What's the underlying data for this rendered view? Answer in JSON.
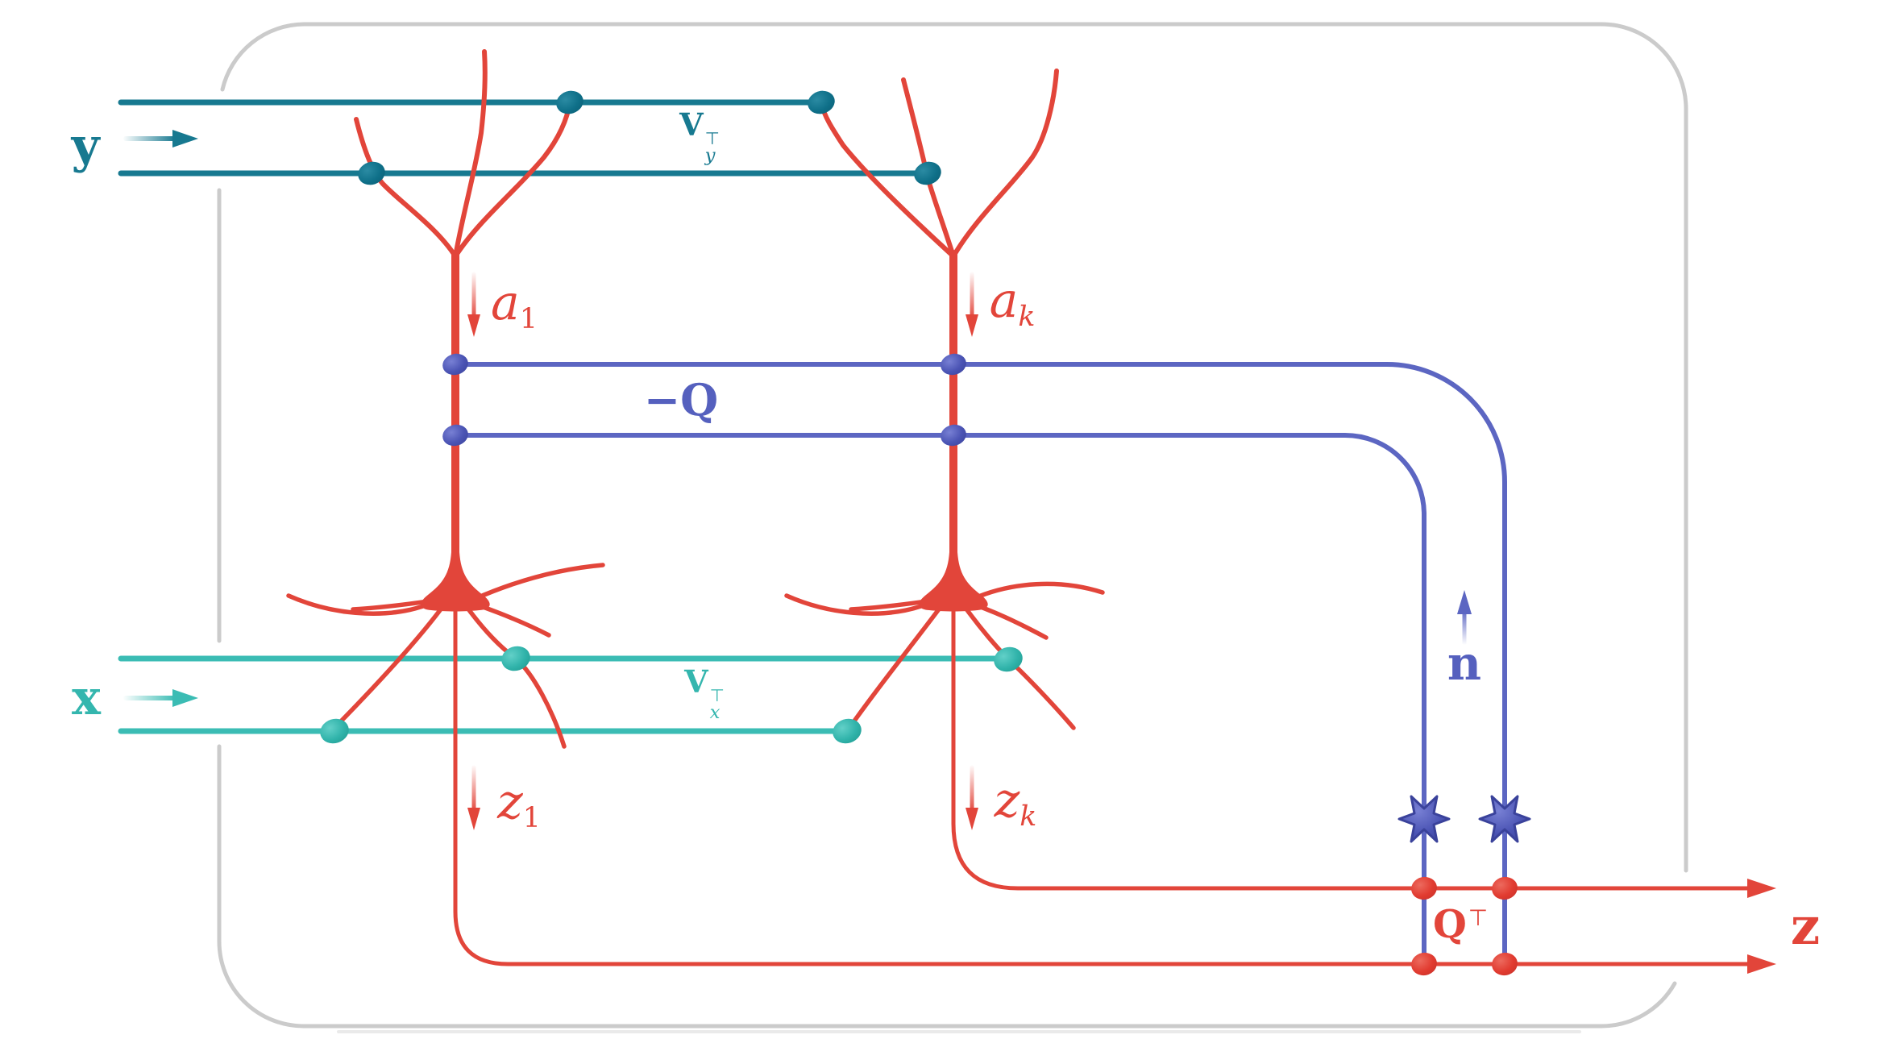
{
  "labels": {
    "input_y": "y",
    "input_x": "x",
    "output_z": "z",
    "interneuron_n": "n",
    "feedback_weight": "−Q",
    "weight_vy": {
      "base": "V",
      "sub": "y",
      "sup": "⊤"
    },
    "weight_vx": {
      "base": "V",
      "sub": "x",
      "sup": "⊤"
    },
    "forward_weight": {
      "base": "Q",
      "sup": "⊤"
    },
    "apical_current_1": {
      "base": "a",
      "sub": "1"
    },
    "apical_current_k": {
      "base": "a",
      "sub": "k"
    },
    "output_current_1": {
      "base": "z",
      "sub": "1"
    },
    "output_current_k": {
      "base": "z",
      "sub": "k"
    }
  },
  "icons": {
    "y_flow_arrow": "right-arrow",
    "x_flow_arrow": "right-arrow",
    "a1_flow_arrow": "down-arrow",
    "ak_flow_arrow": "down-arrow",
    "z1_flow_arrow": "down-arrow",
    "zk_flow_arrow": "down-arrow",
    "n_flow_arrow": "up-arrow",
    "z_output_arrow_top": "right-arrow",
    "z_output_arrow_bottom": "right-arrow",
    "interneuron_1": "star-neuron",
    "interneuron_2": "star-neuron",
    "pyramidal_neuron_1": "pyramidal-neuron",
    "pyramidal_neuron_k": "pyramidal-neuron",
    "synapse": "bouton-dot"
  },
  "colors": {
    "dark_teal": "#177990",
    "dark_teal_dot": "#0F7089",
    "light_teal": "#3BBCB4",
    "light_teal_dot": "#30B3AA",
    "red": "#E2453A",
    "red_dot": "#E13B30",
    "indigo_line": "#5C66C2",
    "indigo_dot": "#4B54B4",
    "indigo_text": "#5560BE",
    "frame_gray": "#CBCBCB",
    "background": "#FFFFFF"
  }
}
